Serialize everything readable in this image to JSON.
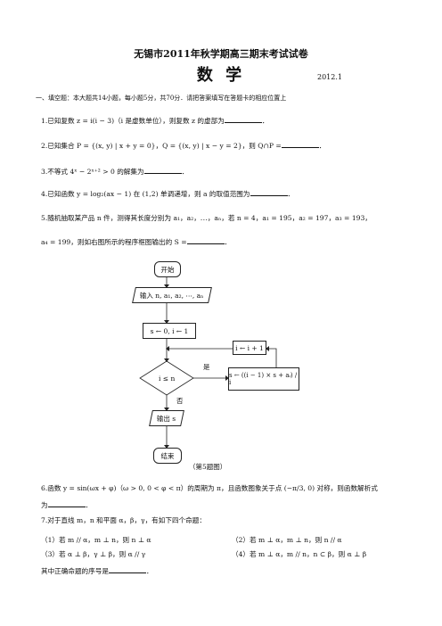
{
  "header": {
    "title": "无锡市2011年秋学期高三期末考试试卷",
    "subject": "数  学",
    "date": "2012.1"
  },
  "instructions": "一、填空题：本大题共14小题，每小题5分，共70分．请把答案填写在答题卡的相应位置上",
  "questions": {
    "q1": "1.已知复数 z = i(i − 3)（i 是虚数单位），则复数 z 的虚部为",
    "q1_end": "．",
    "q2": "2.已知集合 P = {(x, y) | x + y = 0}，Q = {(x, y) | x − y = 2}，则 Q∩P =",
    "q2_end": "．",
    "q3": "3.不等式 4ˣ − 2ˣ⁺² > 0 的解集为",
    "q3_end": "．",
    "q4": "4.已知函数 y = log₂(ax − 1) 在 (1,2) 单调递增，则 a 的取值范围为",
    "q4_end": "．",
    "q5_line1": "5.随机抽取某产品 n 件，测得其长度分别为 a₁，a₂，⋯，aₙ，若 n = 4，a₁ = 195，a₂ = 197，a₃ = 193，",
    "q5_line2": "a₄ = 199，则如右图所示的程序框图输出的 S =",
    "q5_end": "．",
    "q6_line1": "6.函数 y = sin(ωx + φ)（ω > 0, 0 < φ < π）的周期为 π，且函数图象关于点 (−π/3, 0) 对称，则函数解析式",
    "q6_line2": "为",
    "q6_end": "．",
    "q7_line1": "7.对于直线 m，n 和平面 α，β，γ，有如下四个命题：",
    "q7_opt1": "（1）若 m // α，m ⊥ n，则 n ⊥ α",
    "q7_opt2": "（2）若 m ⊥ α，m ⊥ n，则 n // α",
    "q7_opt3": "（3）若 α ⊥ β，γ ⊥ β，则 α // γ",
    "q7_opt4": "（4）若 m ⊥ α，m // n，n ⊂ β，则 α ⊥ β",
    "q7_line2": "其中正确命题的序号是",
    "q7_end": "．"
  },
  "flowchart": {
    "start": "开始",
    "input": "输入 n, a₁, a₂, ⋯, aₙ",
    "init": "s ← 0, i ← 1",
    "increment": "i ← i + 1",
    "decision": "i ≤ n",
    "yes": "是",
    "no": "否",
    "update": "s ← ((i − 1) × s + aᵢ) / i",
    "output": "输出 s",
    "end": "结束",
    "caption": "（第5题图）"
  }
}
